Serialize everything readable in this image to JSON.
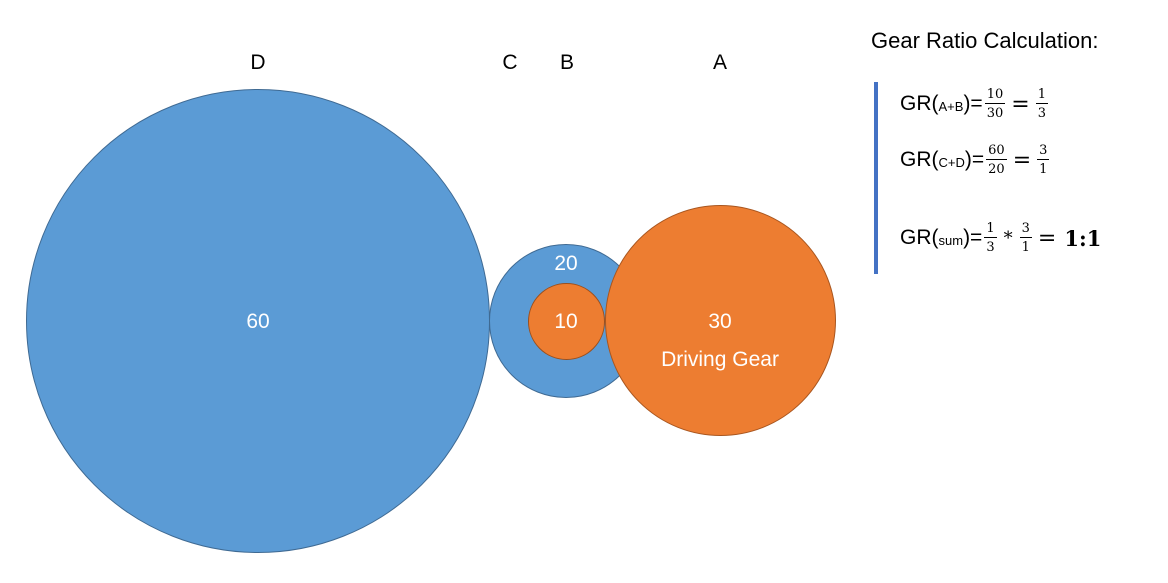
{
  "gears": {
    "d": {
      "letter": "D",
      "teeth": "60",
      "color": "#5b9bd5"
    },
    "c": {
      "letter": "C",
      "teeth": "20",
      "color": "#5b9bd5"
    },
    "b": {
      "letter": "B",
      "teeth": "10",
      "color": "#ed7d31"
    },
    "a": {
      "letter": "A",
      "teeth": "30",
      "caption": "Driving Gear",
      "color": "#ed7d31"
    }
  },
  "calculation": {
    "title": "Gear Ratio Calculation:",
    "accent_color": "#4472c4",
    "rows": [
      {
        "prefix": "GR(",
        "sub": "A+B",
        "suffix": ")=",
        "frac1": {
          "num": "10",
          "den": "30"
        },
        "eq": "=",
        "frac2": {
          "num": "1",
          "den": "3"
        }
      },
      {
        "prefix": "GR(",
        "sub": "C+D",
        "suffix": ")=",
        "frac1": {
          "num": "60",
          "den": "20"
        },
        "eq": "=",
        "frac2": {
          "num": "3",
          "den": "1"
        }
      },
      {
        "prefix": "GR(",
        "sub": "sum",
        "suffix": ")=",
        "frac1": {
          "num": "1",
          "den": "3"
        },
        "op": "*",
        "frac2": {
          "num": "3",
          "den": "1"
        },
        "eq": "=",
        "result": "1:1"
      }
    ]
  }
}
